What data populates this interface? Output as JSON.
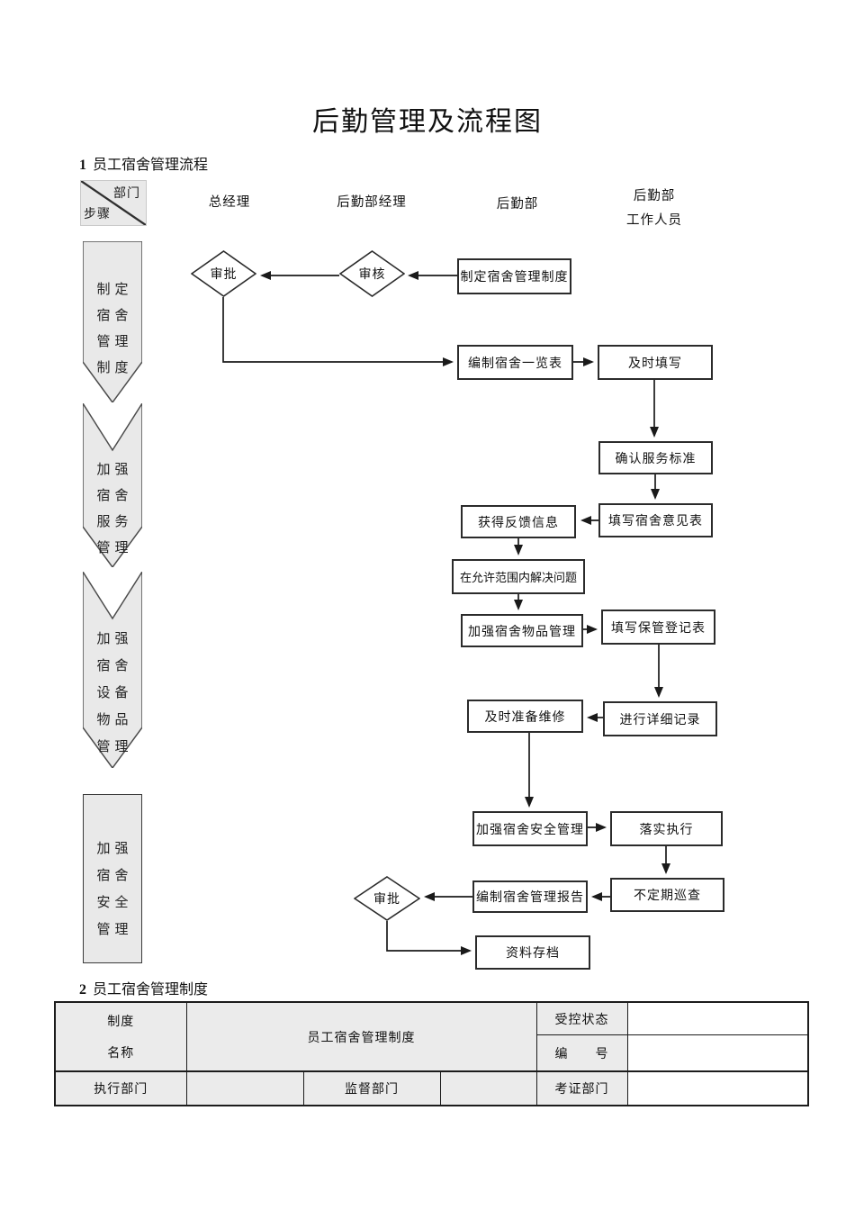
{
  "doc": {
    "title": "后勤管理及流程图",
    "section1": {
      "num": "1",
      "title": "员工宿舍管理流程"
    },
    "section2": {
      "num": "2",
      "title": "员工宿舍管理制度"
    }
  },
  "matrix": {
    "corner": {
      "top_right": "部门",
      "bottom_left": "步骤"
    },
    "columns": [
      {
        "l1": "总经理",
        "l2": ""
      },
      {
        "l1": "后勤部经理",
        "l2": ""
      },
      {
        "l1": "后勤部",
        "l2": ""
      },
      {
        "l1": "后勤部",
        "l2": "工作人员"
      }
    ]
  },
  "steps": [
    {
      "lines": [
        "制定",
        "宿舍",
        "管理",
        "制度"
      ]
    },
    {
      "lines": [
        "加强",
        "宿舍",
        "服务",
        "管理"
      ]
    },
    {
      "lines": [
        "加强",
        "宿舍",
        "设备",
        "物品",
        "管理"
      ]
    },
    {
      "lines": [
        "加强",
        "宿舍",
        "安全",
        "管理"
      ]
    }
  ],
  "flow": {
    "approve1": "审批",
    "review": "审核",
    "make_policy": "制定宿舍管理制度",
    "roster": "编制宿舍一览表",
    "timely_fill": "及时填写",
    "confirm_standard": "确认服务标准",
    "opinion_form": "填写宿舍意见表",
    "feedback": "获得反馈信息",
    "solve_in_scope": "在允许范围内解决问题",
    "goods_mgmt": "加强宿舍物品管理",
    "storage_form": "填写保管登记表",
    "detail_record": "进行详细记录",
    "repair_prepare": "及时准备维修",
    "safety_mgmt": "加强宿舍安全管理",
    "implement": "落实执行",
    "patrol": "不定期巡查",
    "report": "编制宿舍管理报告",
    "approve2": "审批",
    "archive": "资料存档"
  },
  "table": {
    "name_label_l1": "制度",
    "name_label_l2": "名称",
    "name_value": "员工宿舍管理制度",
    "controlled_label": "受控状态",
    "controlled_value": "",
    "number_label": "编　　号",
    "number_value": "",
    "exec_label": "执行部门",
    "exec_value": "",
    "supervise_label": "监督部门",
    "supervise_value": "",
    "verify_label": "考证部门",
    "verify_value": ""
  },
  "colors": {
    "shape_fill": "#e9e9e9",
    "line_border": "#2b2b2b",
    "table_label_bg": "#ebebeb",
    "page_bg": "#ffffff"
  }
}
